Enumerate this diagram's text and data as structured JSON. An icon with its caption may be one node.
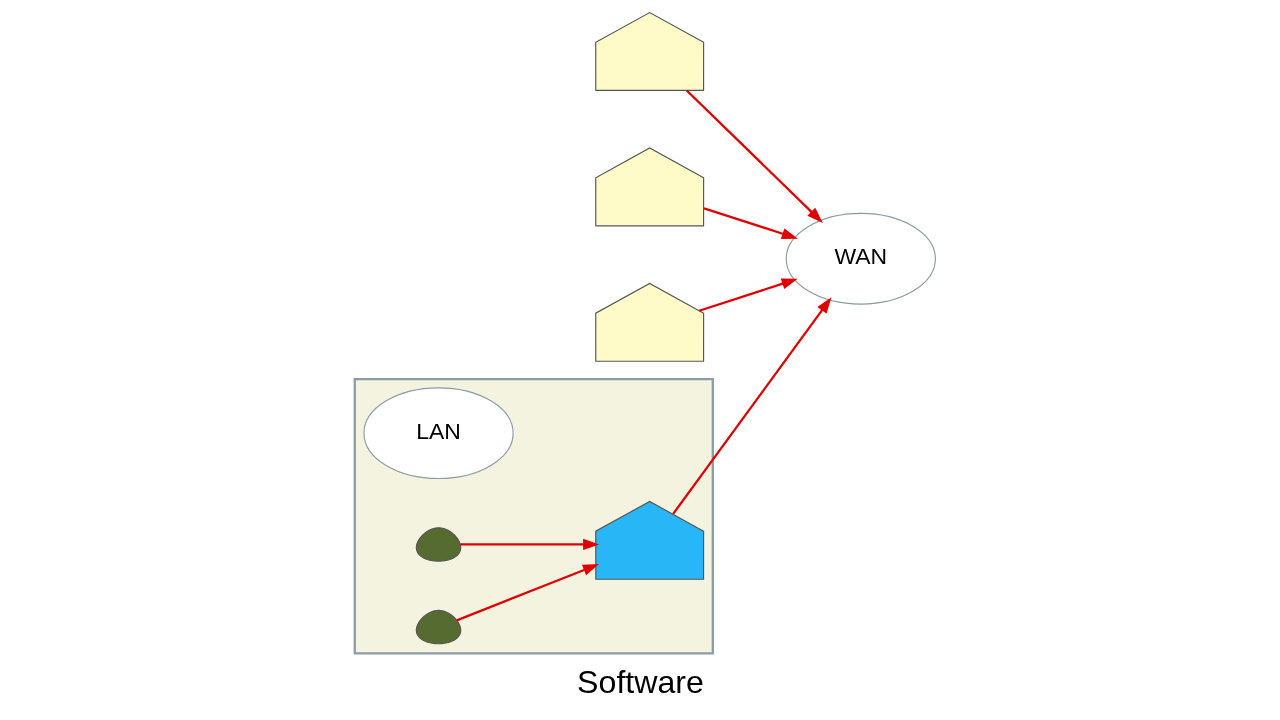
{
  "diagram": {
    "title": "Software",
    "nodes": [
      {
        "text": [],
        "shape": "picture"
      },
      {
        "text": [],
        "shape": "picture"
      },
      {
        "text": [
          "WAN"
        ]
      },
      {
        "text": [],
        "shape": "picture"
      },
      {
        "text": [],
        "shape": "picture"
      },
      {
        "text": [
          "LAN"
        ],
        "in": 4
      },
      {
        "text": [],
        "shape": "picture",
        "in": 4
      },
      {
        "text": [],
        "shape": "person",
        "in": 4
      },
      {
        "text": [],
        "shape": "person",
        "in": 4
      }
    ],
    "edges": [
      {
        "from": 0,
        "to": 2,
        "arrow": "to"
      },
      {
        "from": 1,
        "to": 2,
        "arrow": "to"
      },
      {
        "from": 3,
        "to": 2,
        "arrow": "to"
      },
      {
        "from": 6,
        "to": 2,
        "arrow": "to"
      },
      {
        "from": 7,
        "to": 6,
        "arrow": "to"
      },
      {
        "from": 8,
        "to": 6,
        "arrow": "to"
      }
    ]
  }
}
